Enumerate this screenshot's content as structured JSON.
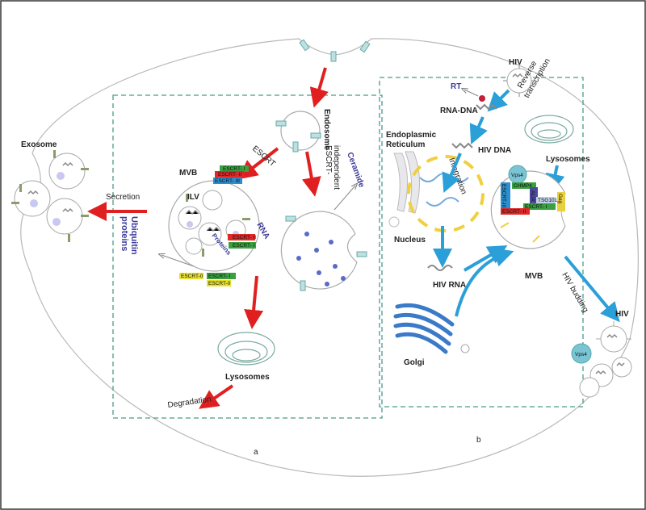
{
  "panel_a": {
    "exosome": "Exosome",
    "secretion": "Secretion",
    "ubiquitin": "Ubiquitin",
    "proteins": "proteins",
    "mvb": "MVB",
    "ilv": "ILV",
    "escrt": "ESCRT",
    "escrt_independent_1": "ESCRT-",
    "escrt_independent_2": "independent",
    "endosome": "Endosome",
    "ceramide": "Ceramide",
    "rna": "RNA",
    "proteins_inner": "Proteins",
    "lysosomes": "Lysosomes",
    "degradation": "Degradation",
    "escrt_tags": [
      "ESCRT- I",
      "ESCRT- II",
      "ESCRT- III",
      "ESCRT- II",
      "ESCRT- I",
      "ESCRT-0",
      "ESCRT- I",
      "ESCRT-0"
    ],
    "panel_label": "a"
  },
  "panel_b": {
    "hiv_top": "HIV",
    "rt": "RT",
    "rna_dna": "RNA-DNA",
    "reverse_1": "Reverse",
    "reverse_2": "transcription",
    "er_1": "Endoplasmic",
    "er_2": "Reticulum",
    "hiv_dna": "HIV DNA",
    "integration": "Integration",
    "lysosomes": "Lysosomes",
    "vps4_top": "Vps4",
    "chmp": "CHMP4",
    "alix": "ALIX",
    "tsg": "TSG101",
    "gag": "Gag",
    "escrt_i": "ESCRT- I",
    "escrt_ii": "ESCRT- II",
    "escrt_iii": "ESCRT-III",
    "nucleus": "Nucleus",
    "hiv_rna": "HIV RNA",
    "mvb": "MVB",
    "hiv_budding": "HIV budding",
    "golgi": "Golgi",
    "hiv_bottom": "HIV",
    "vps4_bottom": "Vps4",
    "panel_label": "b"
  },
  "colors": {
    "red_arrow": "#e02020",
    "blue_arrow": "#2a9fd8",
    "dashed_box": "#4a9a8a",
    "membrane": "#9aa8a8",
    "escrt_green": "#3aa040",
    "escrt_red": "#e02828",
    "escrt_blue": "#2a8fd0",
    "escrt_yellow": "#e8e030"
  }
}
